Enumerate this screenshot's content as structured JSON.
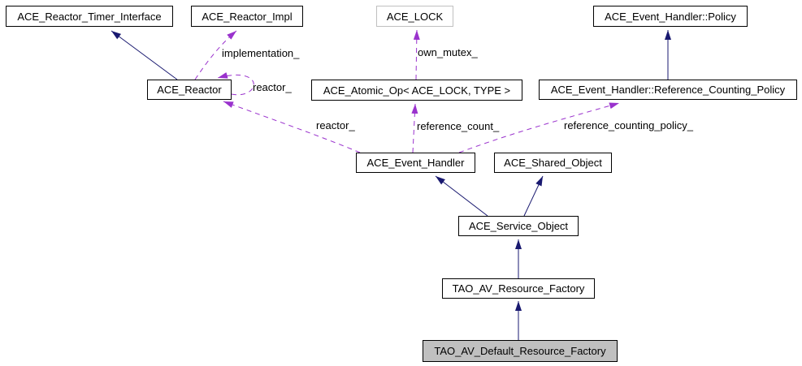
{
  "nodes": {
    "ace_reactor_timer_interface": {
      "label": "ACE_Reactor_Timer_Interface"
    },
    "ace_reactor_impl": {
      "label": "ACE_Reactor_Impl"
    },
    "ace_lock": {
      "label": "ACE_LOCK"
    },
    "ace_event_handler_policy": {
      "label": "ACE_Event_Handler::Policy"
    },
    "ace_reactor": {
      "label": "ACE_Reactor"
    },
    "ace_atomic_op": {
      "label": "ACE_Atomic_Op< ACE_LOCK, TYPE >"
    },
    "ace_event_handler_reference_counting_policy": {
      "label": "ACE_Event_Handler::Reference_Counting_Policy"
    },
    "ace_event_handler": {
      "label": "ACE_Event_Handler"
    },
    "ace_shared_object": {
      "label": "ACE_Shared_Object"
    },
    "ace_service_object": {
      "label": "ACE_Service_Object"
    },
    "tao_av_resource_factory": {
      "label": "TAO_AV_Resource_Factory"
    },
    "tao_av_default_resource_factory": {
      "label": "TAO_AV_Default_Resource_Factory"
    }
  },
  "edge_labels": {
    "implementation": "implementation_",
    "own_mutex": "own_mutex_",
    "reactor_self": "reactor_",
    "reactor": "reactor_",
    "reference_count": "reference_count_",
    "reference_counting_policy": "reference_counting_policy_"
  },
  "colors": {
    "inheritance_edge": "#191970",
    "usage_edge": "#9a32cd",
    "node_border": "#000000",
    "template_node_border": "#c0c0c0",
    "current_node_fill": "#c0c0c0",
    "background": "#ffffff"
  }
}
